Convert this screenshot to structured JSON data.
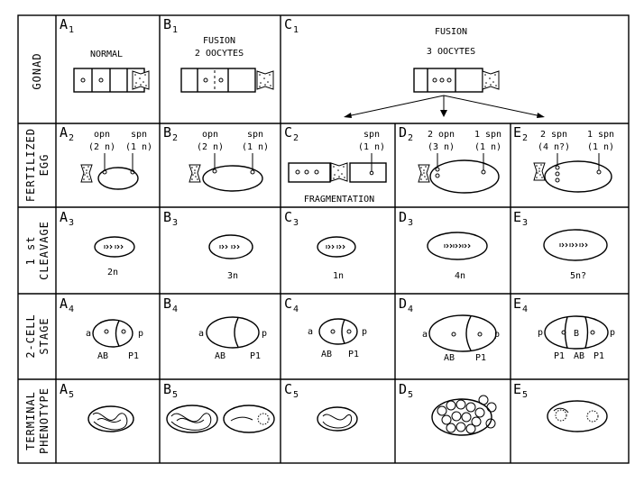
{
  "row_labels": {
    "gonad": "GONAD",
    "fertilized": [
      "FERTILIZED",
      "EGG"
    ],
    "cleavage": [
      "1 st",
      "CLEAVAGE"
    ],
    "two_cell": [
      "2-CELL",
      "STAGE"
    ],
    "terminal": [
      "TERMINAL",
      "PHENOTYPE"
    ]
  },
  "panels": {
    "A1": {
      "letter": "A",
      "num": "1"
    },
    "B1": {
      "letter": "B",
      "num": "1"
    },
    "C1": {
      "letter": "C",
      "num": "1"
    },
    "A2": {
      "letter": "A",
      "num": "2"
    },
    "B2": {
      "letter": "B",
      "num": "2"
    },
    "C2": {
      "letter": "C",
      "num": "2"
    },
    "D2": {
      "letter": "D",
      "num": "2"
    },
    "E2": {
      "letter": "E",
      "num": "2"
    },
    "A3": {
      "letter": "A",
      "num": "3"
    },
    "B3": {
      "letter": "B",
      "num": "3"
    },
    "C3": {
      "letter": "C",
      "num": "3"
    },
    "D3": {
      "letter": "D",
      "num": "3"
    },
    "E3": {
      "letter": "E",
      "num": "3"
    },
    "A4": {
      "letter": "A",
      "num": "4"
    },
    "B4": {
      "letter": "B",
      "num": "4"
    },
    "C4": {
      "letter": "C",
      "num": "4"
    },
    "D4": {
      "letter": "D",
      "num": "4"
    },
    "E4": {
      "letter": "E",
      "num": "4"
    },
    "A5": {
      "letter": "A",
      "num": "5"
    },
    "B5": {
      "letter": "B",
      "num": "5"
    },
    "C5": {
      "letter": "C",
      "num": "5"
    },
    "D5": {
      "letter": "D",
      "num": "5"
    },
    "E5": {
      "letter": "E",
      "num": "5"
    }
  },
  "gonad": {
    "a_label": "NORMAL",
    "b_label": [
      "FUSION",
      "2 OOCYTES"
    ],
    "c_label": [
      "FUSION",
      "3 OOCYTES"
    ]
  },
  "fertilized": {
    "a": {
      "opn": "opn",
      "opn_ploidy": "(2 n)",
      "spn": "spn",
      "spn_ploidy": "(1 n)"
    },
    "b": {
      "opn": "opn",
      "opn_ploidy": "(2 n)",
      "spn": "spn",
      "spn_ploidy": "(1 n)"
    },
    "c": {
      "spn": "spn",
      "spn_ploidy": "(1 n)",
      "caption": "FRAGMENTATION"
    },
    "d": {
      "opn": "2 opn",
      "opn_ploidy": "(3 n)",
      "spn": "1 spn",
      "spn_ploidy": "(1 n)"
    },
    "e": {
      "opn": "2 spn",
      "opn_ploidy": "(4 n?)",
      "spn": "1 spn",
      "spn_ploidy": "(1 n)"
    }
  },
  "cleavage": {
    "a": "2n",
    "b": "3n",
    "c": "1n",
    "d": "4n",
    "e": "5n?"
  },
  "two_cell": {
    "a": {
      "left": "a",
      "right": "p",
      "cell1": "AB",
      "cell2": "P1"
    },
    "b": {
      "left": "a",
      "right": "p",
      "cell1": "AB",
      "cell2": "P1"
    },
    "c": {
      "left": "a",
      "right": "p",
      "cell1": "AB",
      "cell2": "P1"
    },
    "d": {
      "left": "a",
      "right": "p",
      "cell1": "AB",
      "cell2": "P1"
    },
    "e": {
      "left": "p",
      "right": "p",
      "cell1": "P1",
      "cell2": "AB",
      "cell3": "P1"
    }
  }
}
